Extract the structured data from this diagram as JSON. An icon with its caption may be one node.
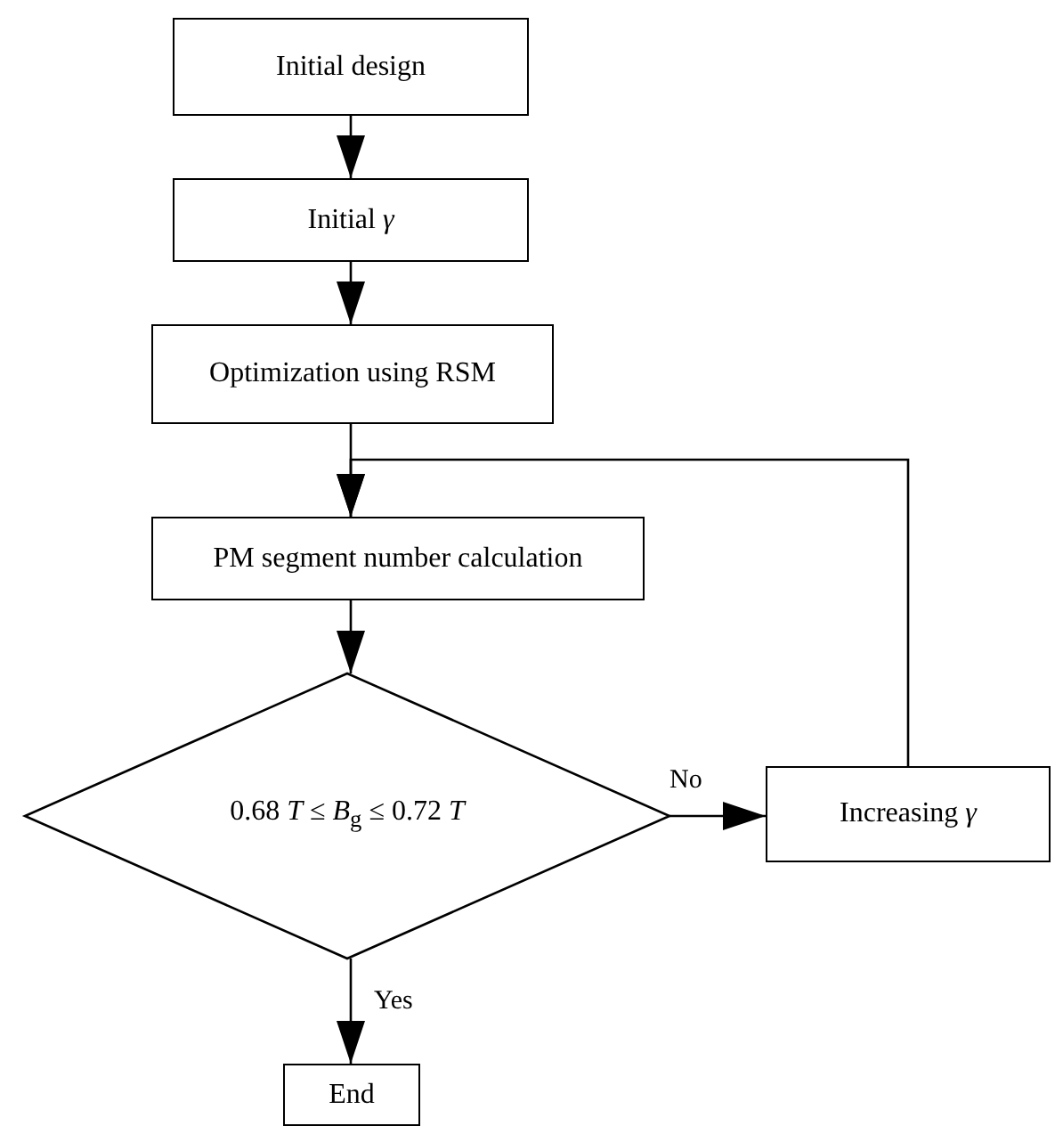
{
  "diagram": {
    "nodes": [
      {
        "text": [
          "Initial design"
        ]
      },
      {
        "text": [
          "Initial *γ*"
        ]
      },
      {
        "text": [
          "Optimization using RSM"
        ]
      },
      {
        "text": [
          "PM segment number calculation"
        ]
      },
      {
        "text": [
          "0.68 *T* ≤ *B*$_{g}$ ≤ 0.72 *T*"
        ]
      },
      {
        "text": [
          "Increasing *γ*"
        ]
      },
      {
        "text": [
          "End"
        ]
      }
    ],
    "edges": [
      {
        "from": 0,
        "to": 1,
        "arrow": "to"
      },
      {
        "from": 1,
        "to": 2,
        "arrow": "to"
      },
      {
        "from": 2,
        "to": 3,
        "arrow": "to"
      },
      {
        "from": 3,
        "to": 4,
        "arrow": "to"
      },
      {
        "from": 4,
        "to": 5,
        "arrow": "to",
        "label": "No"
      },
      {
        "from": 5,
        "to": 3,
        "arrow": "to"
      },
      {
        "from": 4,
        "to": 6,
        "arrow": "to",
        "label": "Yes"
      }
    ]
  }
}
